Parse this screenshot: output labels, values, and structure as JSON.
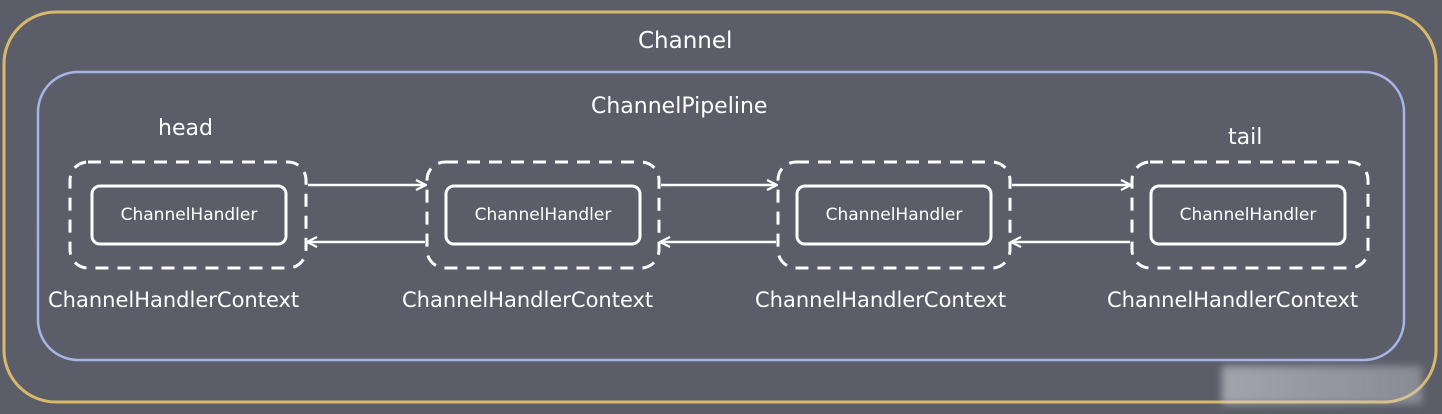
{
  "container": {
    "title": "Channel",
    "border_color": "#d8b86a"
  },
  "pipeline": {
    "title": "ChannelPipeline",
    "border_color": "#a9b4e6"
  },
  "markers": {
    "head": "head",
    "tail": "tail"
  },
  "contexts": [
    {
      "handler": "ChannelHandler",
      "context": "ChannelHandlerContext"
    },
    {
      "handler": "ChannelHandler",
      "context": "ChannelHandlerContext"
    },
    {
      "handler": "ChannelHandler",
      "context": "ChannelHandlerContext"
    },
    {
      "handler": "ChannelHandler",
      "context": "ChannelHandlerContext"
    }
  ],
  "colors": {
    "background": "#5b5e69",
    "foreground": "#ffffff"
  }
}
